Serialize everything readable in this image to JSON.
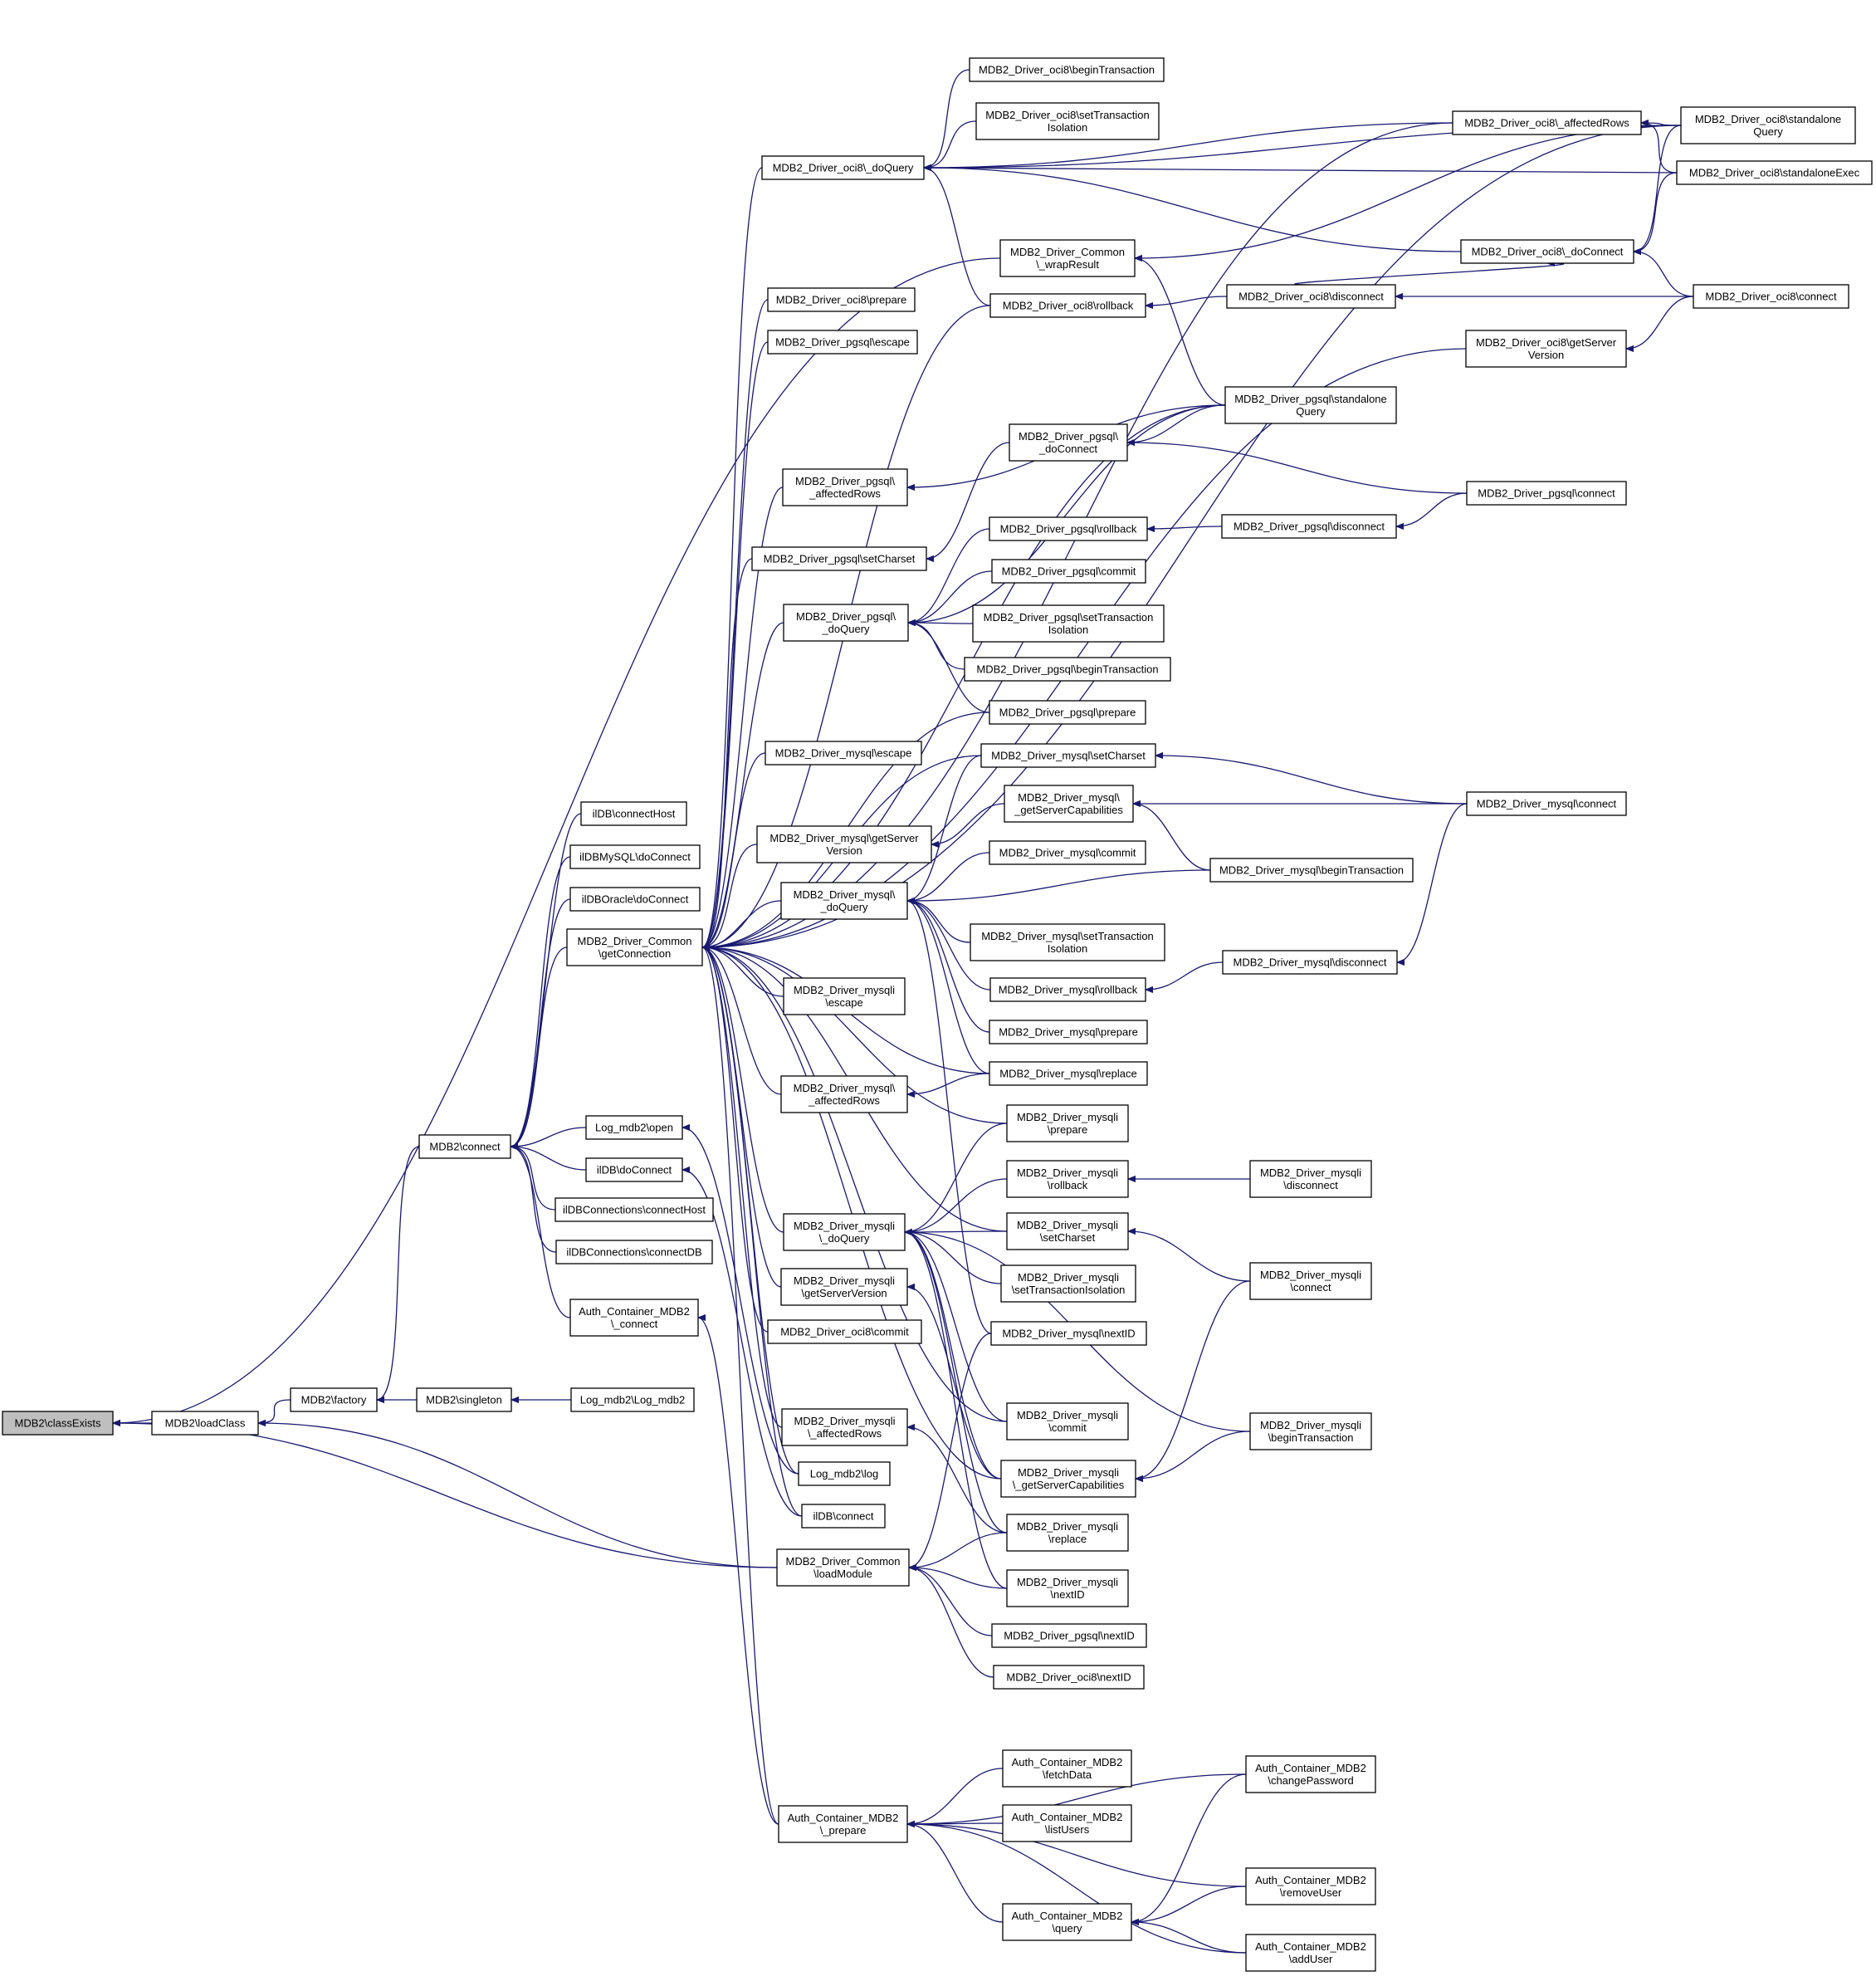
{
  "graph": {
    "title": "",
    "root": "n_classExists",
    "nodes": [
      {
        "id": "n_classExists",
        "lines": [
          "MDB2\\classExists"
        ],
        "root": true
      },
      {
        "id": "n_loadClass",
        "lines": [
          "MDB2\\loadClass"
        ]
      },
      {
        "id": "n_factory",
        "lines": [
          "MDB2\\factory"
        ]
      },
      {
        "id": "n_singleton",
        "lines": [
          "MDB2\\singleton"
        ]
      },
      {
        "id": "n_logmdb2",
        "lines": [
          "Log_mdb2\\Log_mdb2"
        ]
      },
      {
        "id": "n_connect",
        "lines": [
          "MDB2\\connect"
        ]
      },
      {
        "id": "n_ilconnectHost",
        "lines": [
          "ilDB\\connectHost"
        ]
      },
      {
        "id": "n_ilmysqlDoConnect",
        "lines": [
          "ilDBMySQL\\doConnect"
        ]
      },
      {
        "id": "n_iloracleDoConnect",
        "lines": [
          "ilDBOracle\\doConnect"
        ]
      },
      {
        "id": "n_getConnection",
        "lines": [
          "MDB2_Driver_Common",
          "\\getConnection"
        ]
      },
      {
        "id": "n_logOpen",
        "lines": [
          "Log_mdb2\\open"
        ]
      },
      {
        "id": "n_ilDoConnect",
        "lines": [
          "ilDB\\doConnect"
        ]
      },
      {
        "id": "n_ilConnsHost",
        "lines": [
          "ilDBConnections\\connectHost"
        ]
      },
      {
        "id": "n_ilConnsDB",
        "lines": [
          "ilDBConnections\\connectDB"
        ]
      },
      {
        "id": "n_authConnect",
        "lines": [
          "Auth_Container_MDB2",
          "\\_connect"
        ]
      },
      {
        "id": "n_oci8doQuery",
        "lines": [
          "MDB2_Driver_oci8\\_doQuery"
        ]
      },
      {
        "id": "n_oci8prepare",
        "lines": [
          "MDB2_Driver_oci8\\prepare"
        ]
      },
      {
        "id": "n_pgsqlEscape",
        "lines": [
          "MDB2_Driver_pgsql\\escape"
        ]
      },
      {
        "id": "n_pgsqlAffected",
        "lines": [
          "MDB2_Driver_pgsql\\",
          "_affectedRows"
        ]
      },
      {
        "id": "n_pgsqlSetCharset",
        "lines": [
          "MDB2_Driver_pgsql\\setCharset"
        ]
      },
      {
        "id": "n_pgsqlDoQuery",
        "lines": [
          "MDB2_Driver_pgsql\\",
          "_doQuery"
        ]
      },
      {
        "id": "n_mysqlEscape",
        "lines": [
          "MDB2_Driver_mysql\\escape"
        ]
      },
      {
        "id": "n_mysqlGetServer",
        "lines": [
          "MDB2_Driver_mysql\\getServer",
          "Version"
        ]
      },
      {
        "id": "n_mysqlDoQuery",
        "lines": [
          "MDB2_Driver_mysql\\",
          "_doQuery"
        ]
      },
      {
        "id": "n_mysqliEscape",
        "lines": [
          "MDB2_Driver_mysqli",
          "\\escape"
        ]
      },
      {
        "id": "n_mysqlAffected",
        "lines": [
          "MDB2_Driver_mysql\\",
          "_affectedRows"
        ]
      },
      {
        "id": "n_mysqliDoQuery",
        "lines": [
          "MDB2_Driver_mysqli",
          "\\_doQuery"
        ]
      },
      {
        "id": "n_mysqliGetServer",
        "lines": [
          "MDB2_Driver_mysqli",
          "\\getServerVersion"
        ]
      },
      {
        "id": "n_oci8commit",
        "lines": [
          "MDB2_Driver_oci8\\commit"
        ]
      },
      {
        "id": "n_mysqliAffected",
        "lines": [
          "MDB2_Driver_mysqli",
          "\\_affectedRows"
        ]
      },
      {
        "id": "n_logLog",
        "lines": [
          "Log_mdb2\\log"
        ]
      },
      {
        "id": "n_ilConnect",
        "lines": [
          "ilDB\\connect"
        ]
      },
      {
        "id": "n_loadModule",
        "lines": [
          "MDB2_Driver_Common",
          "\\loadModule"
        ]
      },
      {
        "id": "n_authPrepare",
        "lines": [
          "Auth_Container_MDB2",
          "\\_prepare"
        ]
      },
      {
        "id": "n_oci8begin",
        "lines": [
          "MDB2_Driver_oci8\\beginTransaction"
        ]
      },
      {
        "id": "n_oci8setTrans",
        "lines": [
          "MDB2_Driver_oci8\\setTransaction",
          "Isolation"
        ]
      },
      {
        "id": "n_wrapResult",
        "lines": [
          "MDB2_Driver_Common",
          "\\_wrapResult"
        ]
      },
      {
        "id": "n_oci8rollback",
        "lines": [
          "MDB2_Driver_oci8\\rollback"
        ]
      },
      {
        "id": "n_pgsqlDoConnect",
        "lines": [
          "MDB2_Driver_pgsql\\",
          "_doConnect"
        ]
      },
      {
        "id": "n_pgsqlRollback",
        "lines": [
          "MDB2_Driver_pgsql\\rollback"
        ]
      },
      {
        "id": "n_pgsqlCommit",
        "lines": [
          "MDB2_Driver_pgsql\\commit"
        ]
      },
      {
        "id": "n_pgsqlSetTrans",
        "lines": [
          "MDB2_Driver_pgsql\\setTransaction",
          "Isolation"
        ]
      },
      {
        "id": "n_pgsqlBegin",
        "lines": [
          "MDB2_Driver_pgsql\\beginTransaction"
        ]
      },
      {
        "id": "n_pgsqlPrepare",
        "lines": [
          "MDB2_Driver_pgsql\\prepare"
        ]
      },
      {
        "id": "n_mysqlSetCharset",
        "lines": [
          "MDB2_Driver_mysql\\setCharset"
        ]
      },
      {
        "id": "n_mysqlGetCaps",
        "lines": [
          "MDB2_Driver_mysql\\",
          "_getServerCapabilities"
        ]
      },
      {
        "id": "n_mysqlCommit",
        "lines": [
          "MDB2_Driver_mysql\\commit"
        ]
      },
      {
        "id": "n_mysqlSetTrans",
        "lines": [
          "MDB2_Driver_mysql\\setTransaction",
          "Isolation"
        ]
      },
      {
        "id": "n_mysqlRollback",
        "lines": [
          "MDB2_Driver_mysql\\rollback"
        ]
      },
      {
        "id": "n_mysqlPrepare",
        "lines": [
          "MDB2_Driver_mysql\\prepare"
        ]
      },
      {
        "id": "n_mysqlReplace",
        "lines": [
          "MDB2_Driver_mysql\\replace"
        ]
      },
      {
        "id": "n_mysqliPrepare",
        "lines": [
          "MDB2_Driver_mysqli",
          "\\prepare"
        ]
      },
      {
        "id": "n_mysqliRollback",
        "lines": [
          "MDB2_Driver_mysqli",
          "\\rollback"
        ]
      },
      {
        "id": "n_mysqliSetCharset",
        "lines": [
          "MDB2_Driver_mysqli",
          "\\setCharset"
        ]
      },
      {
        "id": "n_mysqliSetTrans",
        "lines": [
          "MDB2_Driver_mysqli",
          "\\setTransactionIsolation"
        ]
      },
      {
        "id": "n_mysqlNextID",
        "lines": [
          "MDB2_Driver_mysql\\nextID"
        ]
      },
      {
        "id": "n_mysqliCommit",
        "lines": [
          "MDB2_Driver_mysqli",
          "\\commit"
        ]
      },
      {
        "id": "n_mysqliGetCaps",
        "lines": [
          "MDB2_Driver_mysqli",
          "\\_getServerCapabilities"
        ]
      },
      {
        "id": "n_mysqliReplace",
        "lines": [
          "MDB2_Driver_mysqli",
          "\\replace"
        ]
      },
      {
        "id": "n_mysqliNextID",
        "lines": [
          "MDB2_Driver_mysqli",
          "\\nextID"
        ]
      },
      {
        "id": "n_pgsqlNextID",
        "lines": [
          "MDB2_Driver_pgsql\\nextID"
        ]
      },
      {
        "id": "n_oci8nextID",
        "lines": [
          "MDB2_Driver_oci8\\nextID"
        ]
      },
      {
        "id": "n_authFetch",
        "lines": [
          "Auth_Container_MDB2",
          "\\fetchData"
        ]
      },
      {
        "id": "n_authList",
        "lines": [
          "Auth_Container_MDB2",
          "\\listUsers"
        ]
      },
      {
        "id": "n_authQuery",
        "lines": [
          "Auth_Container_MDB2",
          "\\query"
        ]
      },
      {
        "id": "n_oci8affected",
        "lines": [
          "MDB2_Driver_oci8\\_affectedRows"
        ]
      },
      {
        "id": "n_oci8doConnect",
        "lines": [
          "MDB2_Driver_oci8\\_doConnect"
        ]
      },
      {
        "id": "n_oci8disconnect",
        "lines": [
          "MDB2_Driver_oci8\\disconnect"
        ]
      },
      {
        "id": "n_oci8getServer",
        "lines": [
          "MDB2_Driver_oci8\\getServer",
          "Version"
        ]
      },
      {
        "id": "n_pgsqlStandalone",
        "lines": [
          "MDB2_Driver_pgsql\\standalone",
          "Query"
        ]
      },
      {
        "id": "n_pgsqlDisconnect",
        "lines": [
          "MDB2_Driver_pgsql\\disconnect"
        ]
      },
      {
        "id": "n_mysqlBegin",
        "lines": [
          "MDB2_Driver_mysql\\beginTransaction"
        ]
      },
      {
        "id": "n_mysqlDisconnect",
        "lines": [
          "MDB2_Driver_mysql\\disconnect"
        ]
      },
      {
        "id": "n_mysqliDisconnect",
        "lines": [
          "MDB2_Driver_mysqli",
          "\\disconnect"
        ]
      },
      {
        "id": "n_mysqliConnect",
        "lines": [
          "MDB2_Driver_mysqli",
          "\\connect"
        ]
      },
      {
        "id": "n_mysqliBegin",
        "lines": [
          "MDB2_Driver_mysqli",
          "\\beginTransaction"
        ]
      },
      {
        "id": "n_authChangePw",
        "lines": [
          "Auth_Container_MDB2",
          "\\changePassword"
        ]
      },
      {
        "id": "n_authRemove",
        "lines": [
          "Auth_Container_MDB2",
          "\\removeUser"
        ]
      },
      {
        "id": "n_authAdd",
        "lines": [
          "Auth_Container_MDB2",
          "\\addUser"
        ]
      },
      {
        "id": "n_oci8standaloneQ",
        "lines": [
          "MDB2_Driver_oci8\\standalone",
          "Query"
        ]
      },
      {
        "id": "n_oci8standaloneE",
        "lines": [
          "MDB2_Driver_oci8\\standaloneExec"
        ]
      },
      {
        "id": "n_oci8connect",
        "lines": [
          "MDB2_Driver_oci8\\connect"
        ]
      },
      {
        "id": "n_pgsqlConnect",
        "lines": [
          "MDB2_Driver_pgsql\\connect"
        ]
      },
      {
        "id": "n_mysqlConnect",
        "lines": [
          "MDB2_Driver_mysql\\connect"
        ]
      }
    ],
    "edges": [
      [
        "n_loadClass",
        "n_classExists"
      ],
      [
        "n_wrapResult",
        "n_classExists"
      ],
      [
        "n_loadModule",
        "n_classExists"
      ],
      [
        "n_factory",
        "n_loadClass"
      ],
      [
        "n_loadModule",
        "n_loadClass"
      ],
      [
        "n_connect",
        "n_factory"
      ],
      [
        "n_singleton",
        "n_factory"
      ],
      [
        "n_logmdb2",
        "n_singleton"
      ],
      [
        "n_ilconnectHost",
        "n_connect"
      ],
      [
        "n_ilmysqlDoConnect",
        "n_connect"
      ],
      [
        "n_iloracleDoConnect",
        "n_connect"
      ],
      [
        "n_getConnection",
        "n_connect"
      ],
      [
        "n_logOpen",
        "n_connect"
      ],
      [
        "n_ilDoConnect",
        "n_connect"
      ],
      [
        "n_ilConnsHost",
        "n_connect"
      ],
      [
        "n_ilConnsDB",
        "n_connect"
      ],
      [
        "n_authConnect",
        "n_connect"
      ],
      [
        "n_oci8doQuery",
        "n_getConnection"
      ],
      [
        "n_oci8prepare",
        "n_getConnection"
      ],
      [
        "n_pgsqlEscape",
        "n_getConnection"
      ],
      [
        "n_pgsqlAffected",
        "n_getConnection"
      ],
      [
        "n_pgsqlSetCharset",
        "n_getConnection"
      ],
      [
        "n_pgsqlDoQuery",
        "n_getConnection"
      ],
      [
        "n_mysqlEscape",
        "n_getConnection"
      ],
      [
        "n_mysqlGetServer",
        "n_getConnection"
      ],
      [
        "n_mysqlDoQuery",
        "n_getConnection"
      ],
      [
        "n_mysqliEscape",
        "n_getConnection"
      ],
      [
        "n_mysqlAffected",
        "n_getConnection"
      ],
      [
        "n_mysqliDoQuery",
        "n_getConnection"
      ],
      [
        "n_mysqliGetServer",
        "n_getConnection"
      ],
      [
        "n_oci8commit",
        "n_getConnection"
      ],
      [
        "n_mysqliAffected",
        "n_getConnection"
      ],
      [
        "n_logLog",
        "n_getConnection"
      ],
      [
        "n_ilConnect",
        "n_getConnection"
      ],
      [
        "n_authPrepare",
        "n_getConnection"
      ],
      [
        "n_oci8rollback",
        "n_getConnection"
      ],
      [
        "n_oci8getServer",
        "n_getConnection"
      ],
      [
        "n_pgsqlStandalone",
        "n_getConnection"
      ],
      [
        "n_mysqlSetCharset",
        "n_getConnection"
      ],
      [
        "n_mysqlReplace",
        "n_getConnection"
      ],
      [
        "n_mysqliPrepare",
        "n_getConnection"
      ],
      [
        "n_mysqliSetCharset",
        "n_getConnection"
      ],
      [
        "n_mysqliCommit",
        "n_getConnection"
      ],
      [
        "n_mysqliGetCaps",
        "n_getConnection"
      ],
      [
        "n_pgsqlPrepare",
        "n_getConnection"
      ],
      [
        "n_oci8affected",
        "n_getConnection"
      ],
      [
        "n_oci8standaloneQ",
        "n_getConnection"
      ],
      [
        "n_logLog",
        "n_logOpen"
      ],
      [
        "n_ilConnect",
        "n_ilDoConnect"
      ],
      [
        "n_authPrepare",
        "n_authConnect"
      ],
      [
        "n_oci8begin",
        "n_oci8doQuery"
      ],
      [
        "n_oci8setTrans",
        "n_oci8doQuery"
      ],
      [
        "n_oci8rollback",
        "n_oci8doQuery"
      ],
      [
        "n_oci8affected",
        "n_oci8doQuery"
      ],
      [
        "n_oci8doConnect",
        "n_oci8doQuery"
      ],
      [
        "n_oci8standaloneE",
        "n_oci8doQuery"
      ],
      [
        "n_oci8standaloneQ",
        "n_oci8doQuery"
      ],
      [
        "n_oci8standaloneQ",
        "n_wrapResult"
      ],
      [
        "n_pgsqlStandalone",
        "n_wrapResult"
      ],
      [
        "n_oci8disconnect",
        "n_oci8rollback"
      ],
      [
        "n_oci8connect",
        "n_oci8disconnect"
      ],
      [
        "n_oci8disconnect",
        "n_oci8doConnect"
      ],
      [
        "n_oci8standaloneQ",
        "n_oci8affected"
      ],
      [
        "n_oci8standaloneE",
        "n_oci8affected"
      ],
      [
        "n_oci8standaloneQ",
        "n_oci8doConnect"
      ],
      [
        "n_oci8standaloneE",
        "n_oci8doConnect"
      ],
      [
        "n_oci8connect",
        "n_oci8doConnect"
      ],
      [
        "n_oci8connect",
        "n_oci8getServer"
      ],
      [
        "n_pgsqlStandalone",
        "n_pgsqlAffected"
      ],
      [
        "n_pgsqlStandalone",
        "n_pgsqlDoConnect"
      ],
      [
        "n_pgsqlConnect",
        "n_pgsqlDoConnect"
      ],
      [
        "n_pgsqlDoConnect",
        "n_pgsqlSetCharset"
      ],
      [
        "n_pgsqlStandalone",
        "n_pgsqlDoQuery"
      ],
      [
        "n_pgsqlRollback",
        "n_pgsqlDoQuery"
      ],
      [
        "n_pgsqlCommit",
        "n_pgsqlDoQuery"
      ],
      [
        "n_pgsqlSetTrans",
        "n_pgsqlDoQuery"
      ],
      [
        "n_pgsqlBegin",
        "n_pgsqlDoQuery"
      ],
      [
        "n_pgsqlPrepare",
        "n_pgsqlDoQuery"
      ],
      [
        "n_pgsqlDisconnect",
        "n_pgsqlRollback"
      ],
      [
        "n_pgsqlConnect",
        "n_pgsqlDisconnect"
      ],
      [
        "n_mysqlGetCaps",
        "n_mysqlGetServer"
      ],
      [
        "n_mysqlConnect",
        "n_mysqlSetCharset"
      ],
      [
        "n_mysqlConnect",
        "n_mysqlGetCaps"
      ],
      [
        "n_mysqlBegin",
        "n_mysqlGetCaps"
      ],
      [
        "n_mysqlSetCharset",
        "n_mysqlDoQuery"
      ],
      [
        "n_mysqlCommit",
        "n_mysqlDoQuery"
      ],
      [
        "n_mysqlBegin",
        "n_mysqlDoQuery"
      ],
      [
        "n_mysqlSetTrans",
        "n_mysqlDoQuery"
      ],
      [
        "n_mysqlRollback",
        "n_mysqlDoQuery"
      ],
      [
        "n_mysqlPrepare",
        "n_mysqlDoQuery"
      ],
      [
        "n_mysqlReplace",
        "n_mysqlDoQuery"
      ],
      [
        "n_mysqlNextID",
        "n_mysqlDoQuery"
      ],
      [
        "n_mysqlDisconnect",
        "n_mysqlRollback"
      ],
      [
        "n_mysqlConnect",
        "n_mysqlDisconnect"
      ],
      [
        "n_mysqlReplace",
        "n_mysqlAffected"
      ],
      [
        "n_mysqliPrepare",
        "n_mysqliDoQuery"
      ],
      [
        "n_mysqliRollback",
        "n_mysqliDoQuery"
      ],
      [
        "n_mysqliSetCharset",
        "n_mysqliDoQuery"
      ],
      [
        "n_mysqliSetTrans",
        "n_mysqliDoQuery"
      ],
      [
        "n_mysqliCommit",
        "n_mysqliDoQuery"
      ],
      [
        "n_mysqliBegin",
        "n_mysqliDoQuery"
      ],
      [
        "n_mysqliGetCaps",
        "n_mysqliDoQuery"
      ],
      [
        "n_mysqliReplace",
        "n_mysqliDoQuery"
      ],
      [
        "n_mysqliNextID",
        "n_mysqliDoQuery"
      ],
      [
        "n_mysqliDisconnect",
        "n_mysqliRollback"
      ],
      [
        "n_mysqliConnect",
        "n_mysqliSetCharset"
      ],
      [
        "n_mysqliConnect",
        "n_mysqliGetCaps"
      ],
      [
        "n_mysqliBegin",
        "n_mysqliGetCaps"
      ],
      [
        "n_mysqliGetCaps",
        "n_mysqliGetServer"
      ],
      [
        "n_mysqliReplace",
        "n_mysqliAffected"
      ],
      [
        "n_mysqlNextID",
        "n_loadModule"
      ],
      [
        "n_mysqliNextID",
        "n_loadModule"
      ],
      [
        "n_pgsqlNextID",
        "n_loadModule"
      ],
      [
        "n_oci8nextID",
        "n_loadModule"
      ],
      [
        "n_mysqliReplace",
        "n_loadModule"
      ],
      [
        "n_authFetch",
        "n_authPrepare"
      ],
      [
        "n_authList",
        "n_authPrepare"
      ],
      [
        "n_authQuery",
        "n_authPrepare"
      ],
      [
        "n_authChangePw",
        "n_authPrepare"
      ],
      [
        "n_authRemove",
        "n_authPrepare"
      ],
      [
        "n_authAdd",
        "n_authPrepare"
      ],
      [
        "n_authChangePw",
        "n_authQuery"
      ],
      [
        "n_authRemove",
        "n_authQuery"
      ],
      [
        "n_authAdd",
        "n_authQuery"
      ]
    ]
  }
}
